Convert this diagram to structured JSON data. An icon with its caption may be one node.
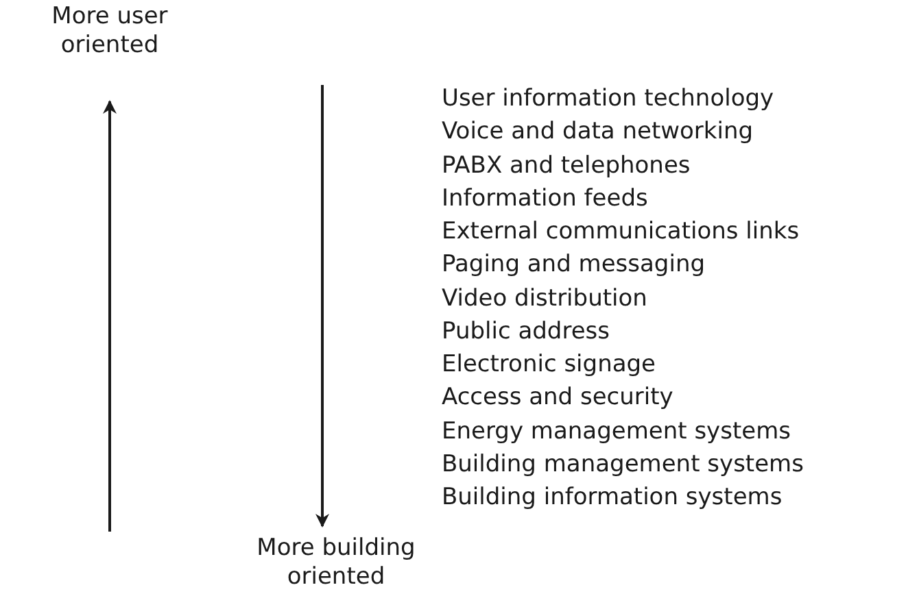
{
  "diagram": {
    "labels": [
      "More user oriented",
      "User information technology",
      "Voice and data networking",
      "PABX and telephones",
      "Information feeds",
      "External communications links",
      "Paging and messaging",
      "Video distribution",
      "Public address",
      "Electronic signage",
      "Access and security",
      "Energy management systems",
      "Building management systems",
      "Building information systems",
      "More building oriented"
    ]
  }
}
